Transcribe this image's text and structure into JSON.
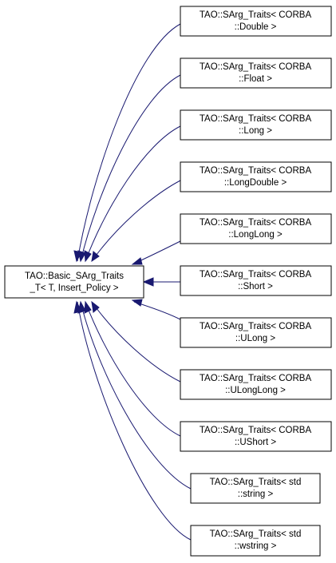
{
  "base": {
    "line1": "TAO::Basic_SArg_Traits",
    "line2": "_T< T, Insert_Policy >"
  },
  "derived": [
    {
      "line1": "TAO::SArg_Traits< CORBA",
      "line2": "::Double >"
    },
    {
      "line1": "TAO::SArg_Traits< CORBA",
      "line2": "::Float >"
    },
    {
      "line1": "TAO::SArg_Traits< CORBA",
      "line2": "::Long >"
    },
    {
      "line1": "TAO::SArg_Traits< CORBA",
      "line2": "::LongDouble >"
    },
    {
      "line1": "TAO::SArg_Traits< CORBA",
      "line2": "::LongLong >"
    },
    {
      "line1": "TAO::SArg_Traits< CORBA",
      "line2": "::Short >"
    },
    {
      "line1": "TAO::SArg_Traits< CORBA",
      "line2": "::ULong >"
    },
    {
      "line1": "TAO::SArg_Traits< CORBA",
      "line2": "::ULongLong >"
    },
    {
      "line1": "TAO::SArg_Traits< CORBA",
      "line2": "::UShort >"
    },
    {
      "line1": "TAO::SArg_Traits< std",
      "line2": "::string >"
    },
    {
      "line1": "TAO::SArg_Traits< std",
      "line2": "::wstring >"
    }
  ],
  "colors": {
    "edge": "#191970",
    "box_stroke": "#000000",
    "box_fill": "#ffffff"
  }
}
